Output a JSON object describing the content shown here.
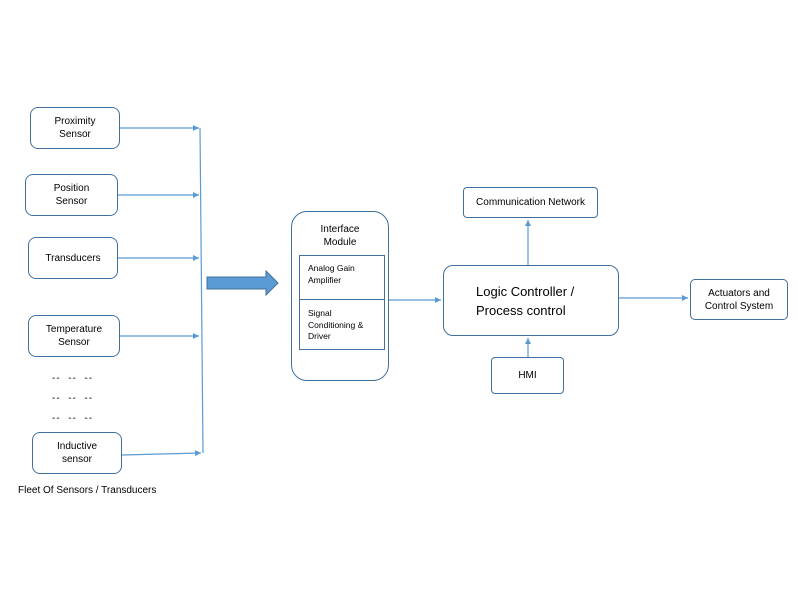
{
  "sensors": [
    {
      "label": "Proximity\nSensor"
    },
    {
      "label": "Position\nSensor"
    },
    {
      "label": "Transducers"
    },
    {
      "label": "Temperature\nSensor"
    },
    {
      "label": "Inductive\nsensor"
    }
  ],
  "ellipsis_rows": [
    "--  --  --",
    "--  --  --",
    "--  --  --"
  ],
  "fleet_label": "Fleet Of Sensors / Transducers",
  "interface_module": {
    "title": "Interface\nModule",
    "stage_1": "Analog Gain\nAmplifier",
    "stage_2": "Signal\nConditioning &\nDriver"
  },
  "logic_controller": "Logic Controller /\nProcess control",
  "communication_network": "Communication Network",
  "hmi": "HMI",
  "actuators": "Actuators and\nControl System",
  "colors": {
    "line": "#5b9bd5",
    "border": "#41719c",
    "block_arrow_fill": "#5b9bd5",
    "block_arrow_stroke": "#41719c"
  }
}
